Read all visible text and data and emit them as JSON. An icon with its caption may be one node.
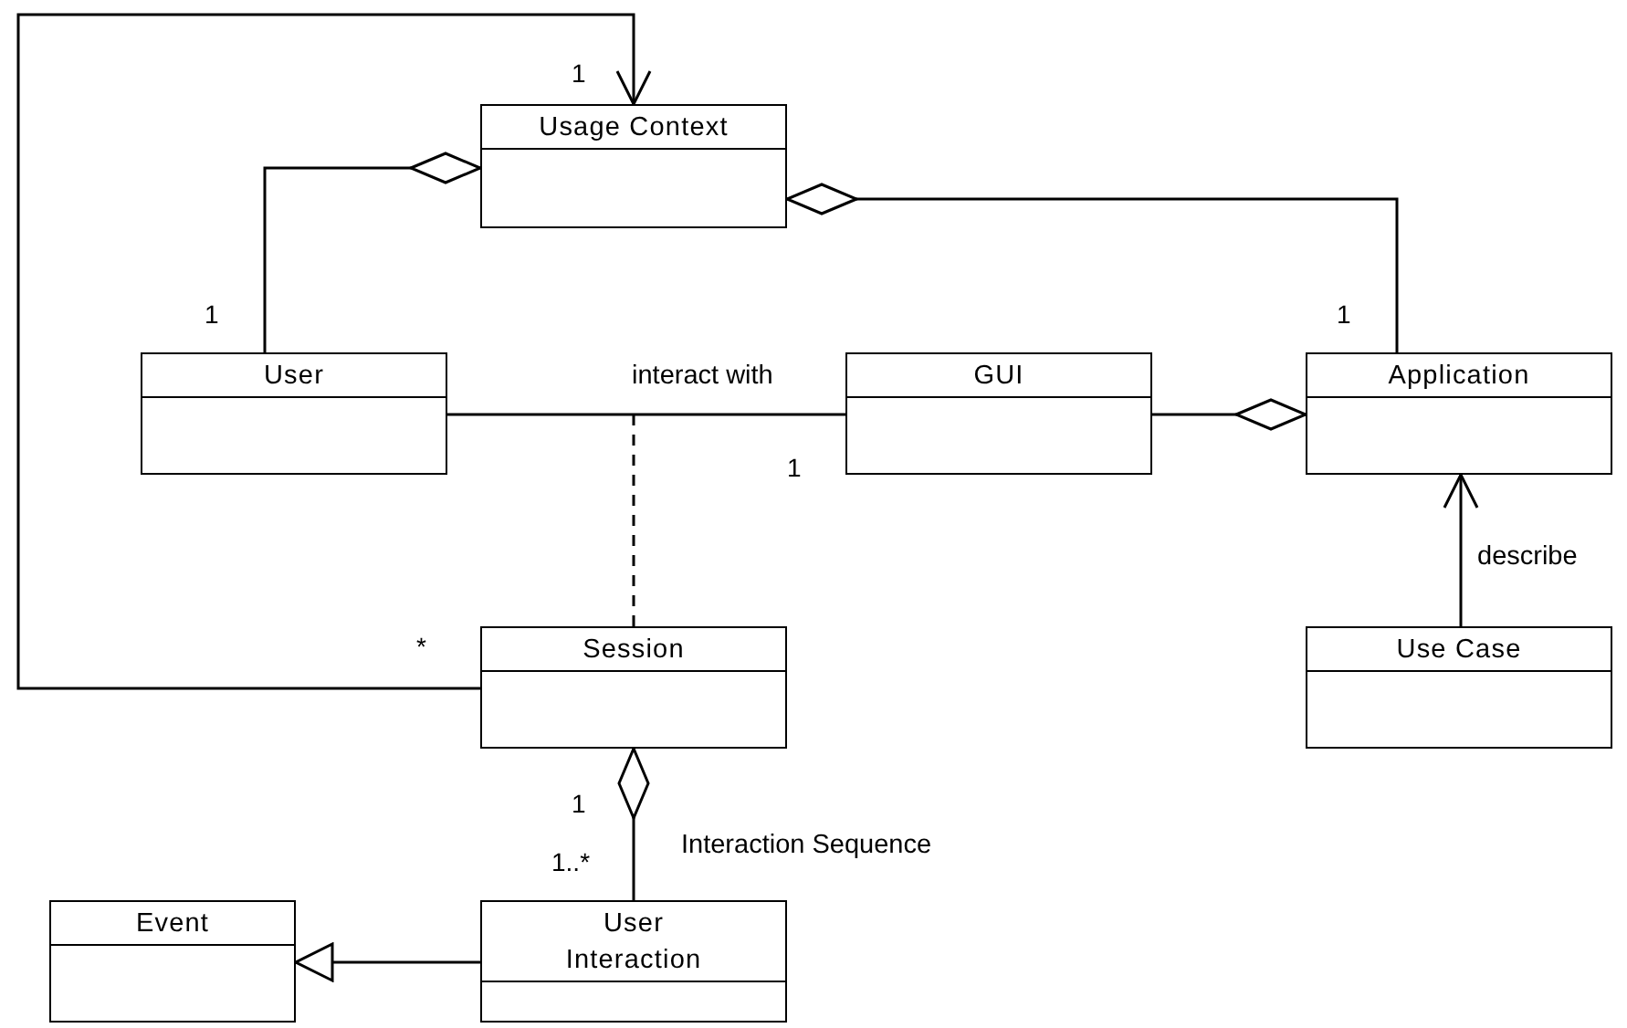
{
  "diagram": {
    "nodes": [
      {
        "text": [
          "Usage Context"
        ]
      },
      {
        "text": [
          "User"
        ]
      },
      {
        "text": [
          "GUI"
        ]
      },
      {
        "text": [
          "Application"
        ]
      },
      {
        "text": [
          "Session"
        ]
      },
      {
        "text": [
          "Use Case"
        ]
      },
      {
        "text": [
          "Event"
        ]
      },
      {
        "text": [
          "User Interaction"
        ]
      }
    ],
    "edges": [
      {
        "from": 4,
        "to": 0,
        "arrow": "to"
      },
      {
        "from": 1,
        "to": 0,
        "arrow": "other"
      },
      {
        "from": 3,
        "to": 0,
        "arrow": "other"
      },
      {
        "from": 1,
        "to": 2,
        "arrow": "none",
        "label": "interact with"
      },
      {
        "from": 2,
        "to": 3,
        "arrow": "other"
      },
      {
        "from": 5,
        "to": 3,
        "arrow": "to",
        "label": "describe"
      },
      {
        "from": 7,
        "to": 4,
        "arrow": "other",
        "label": "Interaction Sequence"
      },
      {
        "from": 7,
        "to": 6,
        "arrow": "to"
      },
      {
        "from": null,
        "to": 4,
        "arrow": "none",
        "style": "dashed"
      }
    ],
    "labels": [
      "1",
      "1",
      "1",
      "1",
      "*",
      "1",
      "1..*"
    ]
  }
}
